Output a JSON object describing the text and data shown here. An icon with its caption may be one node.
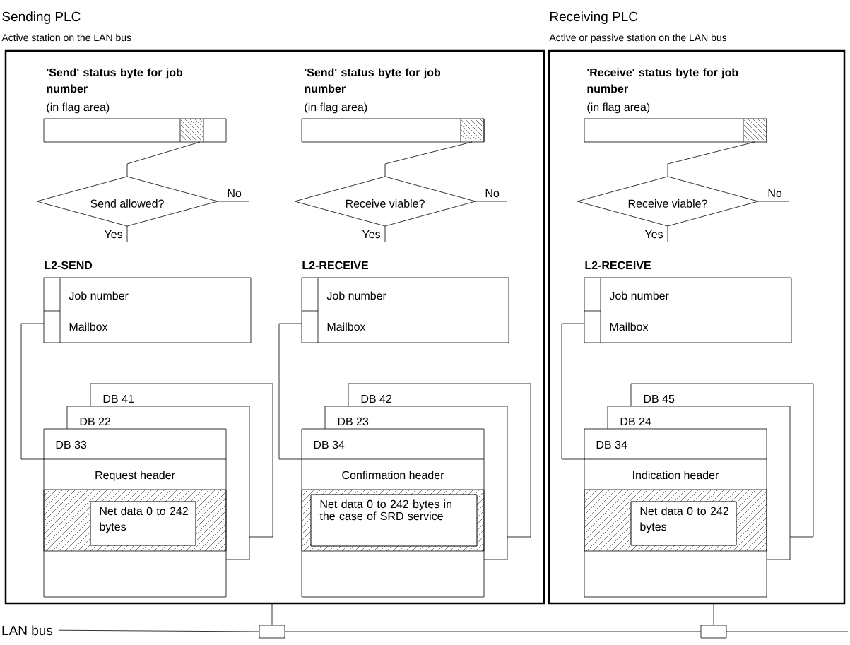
{
  "diagram": {
    "nodes": [
      {
        "text": [
          "Sending PLC",
          "Active station on the LAN bus"
        ]
      },
      {
        "text": [
          "'Send' status byte for job number",
          "(in flag area)"
        ],
        "in": 0
      },
      {
        "text": [
          "Send allowed?"
        ],
        "in": 0
      },
      {
        "text": [
          "L2-SEND",
          "Job number",
          "Mailbox"
        ],
        "in": 0
      },
      {
        "text": [
          "DB 41",
          "DB 22",
          "DB 33",
          "Request header"
        ],
        "in": 0
      },
      {
        "text": [
          "Net data 0 to 242 bytes"
        ],
        "in": 4
      },
      {
        "text": [
          "'Send' status byte for job number",
          "(in flag area)"
        ],
        "in": 0
      },
      {
        "text": [
          "Receive viable?"
        ],
        "in": 0
      },
      {
        "text": [
          "L2-RECEIVE",
          "Job number",
          "Mailbox"
        ],
        "in": 0
      },
      {
        "text": [
          "DB 42",
          "DB 23",
          "DB 34",
          "Confirmation header"
        ],
        "in": 0
      },
      {
        "text": [
          "Net data 0 to 242 bytes in the case of SRD service"
        ],
        "in": 9
      },
      {
        "text": [
          "Receiving PLC",
          "Active or passive station on the LAN bus"
        ]
      },
      {
        "text": [
          "'Receive' status byte for job number",
          "(in flag area)"
        ],
        "in": 11
      },
      {
        "text": [
          "Receive viable?"
        ],
        "in": 11
      },
      {
        "text": [
          "L2-RECEIVE",
          "Job number",
          "Mailbox"
        ],
        "in": 11
      },
      {
        "text": [
          "DB 45",
          "DB 24",
          "DB 34",
          "Indication header"
        ],
        "in": 11
      },
      {
        "text": [
          "Net data 0 to 242 bytes"
        ],
        "in": 15
      },
      {
        "text": [
          "LAN bus"
        ]
      },
      {
        "text": [],
        "shape": "box"
      },
      {
        "text": [],
        "shape": "box"
      }
    ],
    "edges": [
      {
        "from": 1,
        "to": 2,
        "arrow": "none"
      },
      {
        "from": 2,
        "to": null,
        "arrow": "none",
        "label": "No"
      },
      {
        "from": 2,
        "to": null,
        "arrow": "none",
        "label": "Yes"
      },
      {
        "from": 3,
        "to": 4,
        "arrow": "none"
      },
      {
        "from": 6,
        "to": 7,
        "arrow": "none"
      },
      {
        "from": 7,
        "to": null,
        "arrow": "none",
        "label": "No"
      },
      {
        "from": 7,
        "to": null,
        "arrow": "none",
        "label": "Yes"
      },
      {
        "from": 8,
        "to": 9,
        "arrow": "none"
      },
      {
        "from": 12,
        "to": 13,
        "arrow": "none"
      },
      {
        "from": 13,
        "to": null,
        "arrow": "none",
        "label": "No"
      },
      {
        "from": 13,
        "to": null,
        "arrow": "none",
        "label": "Yes"
      },
      {
        "from": 14,
        "to": 15,
        "arrow": "none"
      },
      {
        "from": 0,
        "to": 18,
        "arrow": "none"
      },
      {
        "from": 11,
        "to": 19,
        "arrow": "none"
      },
      {
        "from": 17,
        "to": 18,
        "arrow": "none"
      },
      {
        "from": 18,
        "to": 19,
        "arrow": "none"
      },
      {
        "from": 19,
        "to": null,
        "arrow": "none"
      }
    ]
  }
}
